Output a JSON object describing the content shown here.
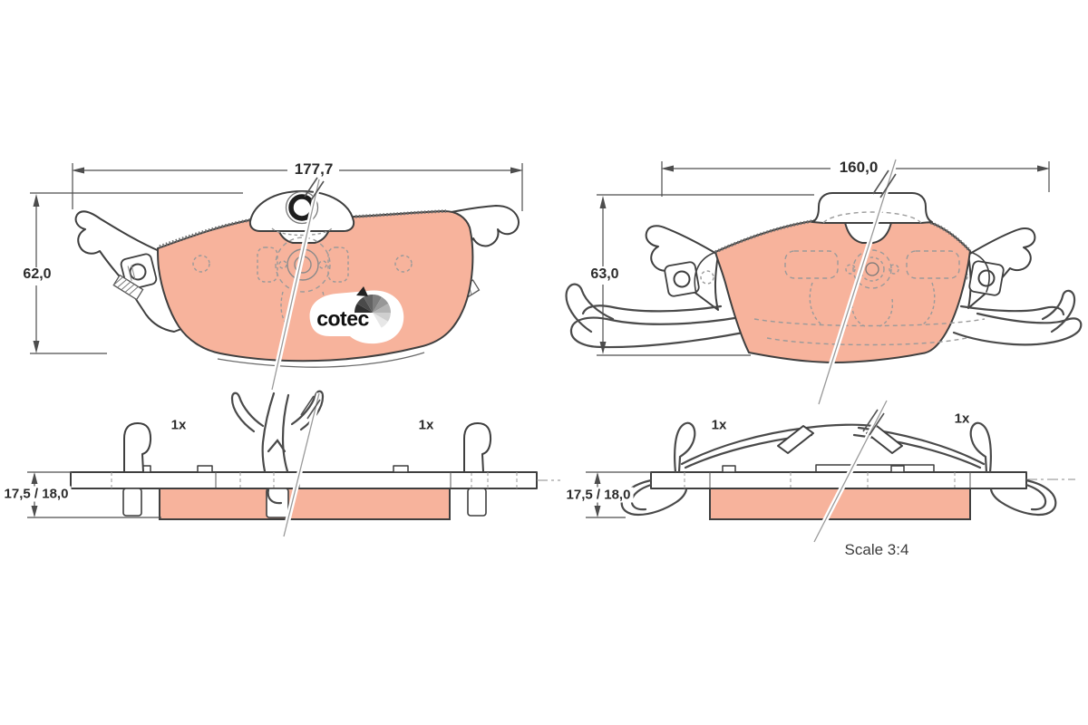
{
  "drawing_labels": {
    "front_view": {
      "width_mm": "177,7",
      "height_mm": "62,0"
    },
    "back_view": {
      "width_mm": "160,0",
      "height_mm": "63,0"
    },
    "edge_view_front": {
      "thickness_mm": "17,5 / 18,0",
      "accessory_qty_left": "1x",
      "accessory_qty_right": "1x"
    },
    "edge_view_back": {
      "thickness_mm": "17,5 / 18,0",
      "accessory_qty_left": "1x",
      "accessory_qty_right": "1x"
    },
    "scale_note": "Scale 3:4",
    "brand_logo_text": "cotec"
  },
  "colors": {
    "pad_fill": "#f7b39c",
    "outline": "#3f3f3f",
    "dim_line": "#4d4d4d",
    "ghost": "#9a9a9a",
    "background": "#ffffff"
  }
}
